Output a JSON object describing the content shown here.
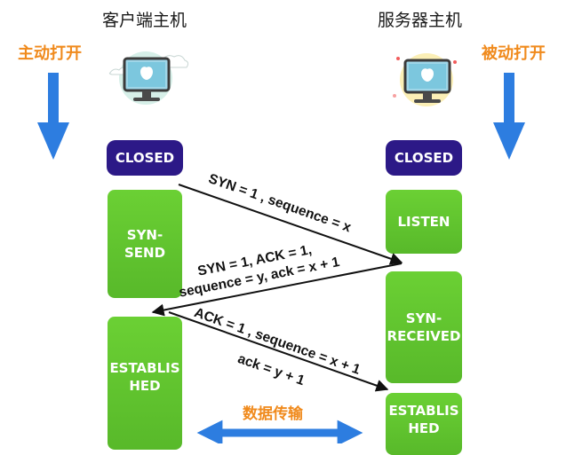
{
  "client": {
    "title": "客户端主机",
    "open_label": "主动打开",
    "states": [
      "CLOSED",
      "SYN-\nSEND",
      "ESTABLIS\nHED"
    ]
  },
  "server": {
    "title": "服务器主机",
    "open_label": "被动打开",
    "states": [
      "CLOSED",
      "LISTEN",
      "SYN-\nRECEIVED",
      "ESTABLIS\nHED"
    ]
  },
  "messages": [
    {
      "text": "SYN = 1 , sequence = x"
    },
    {
      "line1": "SYN = 1, ACK = 1,",
      "line2": "sequence = y, ack = x + 1"
    },
    {
      "line1": "ACK = 1 , sequence = x + 1",
      "line2": "ack = y + 1"
    }
  ],
  "data_transfer_label": "数据传输",
  "icons": {
    "client_computer": "computer-icon",
    "server_computer": "computer-icon",
    "arrow_down": "arrow-down-icon"
  },
  "colors": {
    "closed_state": "#2c1987",
    "active_state": "#5ec12c",
    "accent_orange": "#f08a1c",
    "arrow_blue": "#2d7de0"
  }
}
